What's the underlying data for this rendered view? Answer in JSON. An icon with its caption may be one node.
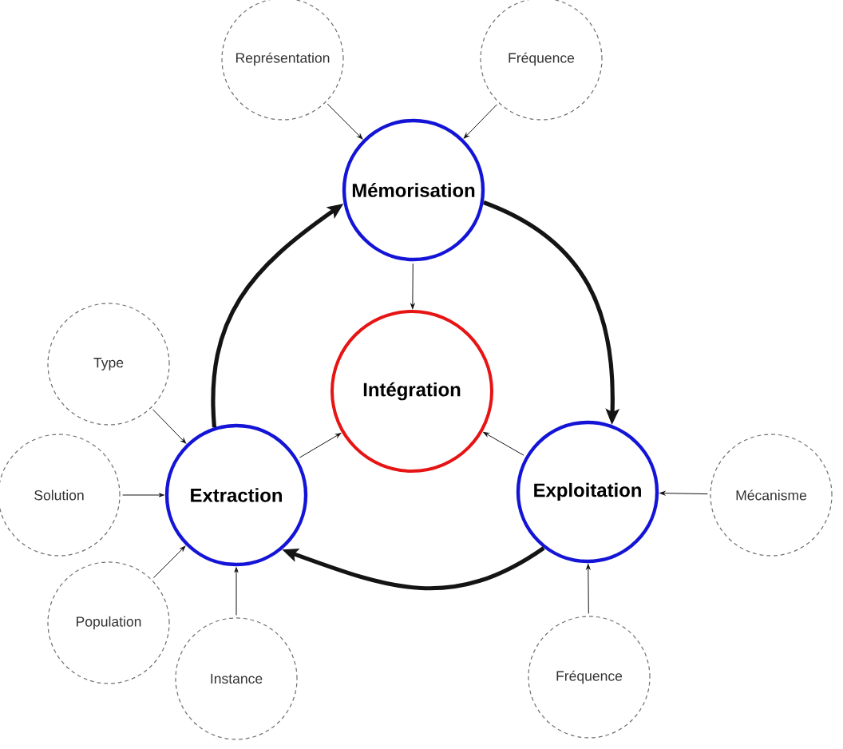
{
  "diagram": {
    "nodes": [
      {
        "text": [
          "Représentation"
        ]
      },
      {
        "text": [
          "Fréquence"
        ]
      },
      {
        "text": [
          "Mémorisation"
        ]
      },
      {
        "text": [
          "Type"
        ]
      },
      {
        "text": [
          "Intégration"
        ]
      },
      {
        "text": [
          "Solution"
        ]
      },
      {
        "text": [
          "Extraction"
        ]
      },
      {
        "text": [
          "Exploitation"
        ]
      },
      {
        "text": [
          "Mécanisme"
        ]
      },
      {
        "text": [
          "Population"
        ]
      },
      {
        "text": [
          "Instance"
        ]
      },
      {
        "text": [
          "Fréquence"
        ]
      }
    ],
    "edges": [
      {
        "from": 0,
        "to": 2,
        "arrow": "to"
      },
      {
        "from": 1,
        "to": 2,
        "arrow": "to"
      },
      {
        "from": 2,
        "to": 4,
        "arrow": "to"
      },
      {
        "from": 6,
        "to": 4,
        "arrow": "to"
      },
      {
        "from": 7,
        "to": 4,
        "arrow": "to"
      },
      {
        "from": 3,
        "to": 6,
        "arrow": "to"
      },
      {
        "from": 5,
        "to": 6,
        "arrow": "to"
      },
      {
        "from": 9,
        "to": 6,
        "arrow": "to"
      },
      {
        "from": 10,
        "to": 6,
        "arrow": "to"
      },
      {
        "from": 8,
        "to": 7,
        "arrow": "to"
      },
      {
        "from": 11,
        "to": 7,
        "arrow": "to"
      },
      {
        "from": 6,
        "to": 2,
        "arrow": "to",
        "style": "thick"
      },
      {
        "from": 2,
        "to": 7,
        "arrow": "to",
        "style": "thick"
      },
      {
        "from": 7,
        "to": 6,
        "arrow": "to",
        "style": "thick"
      }
    ]
  }
}
